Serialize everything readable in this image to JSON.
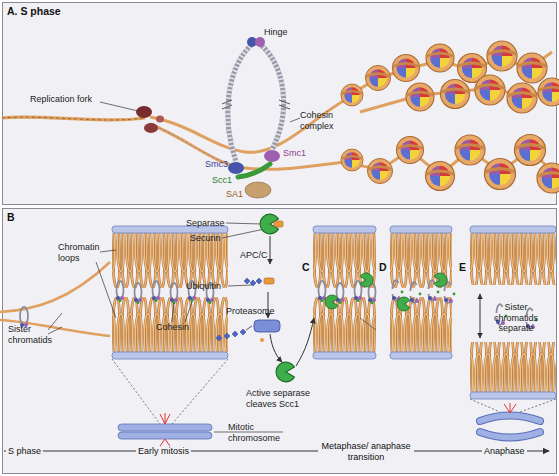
{
  "diagram": {
    "nodes": [
      {
        "text": [
          "A. S phase"
        ]
      },
      {
        "text": [
          "B"
        ]
      }
    ],
    "labels": [
      "Hinge",
      "Replication fork",
      "Cohesin complex",
      "Smc1",
      "Smc3",
      "Scc1",
      "SA1",
      "Chromatin loops",
      "Sister chromatids",
      "Cohesin",
      "Separase",
      "Securin",
      "APC/C",
      "Ubiquitin",
      "Proteasome",
      "Active separase cleaves Scc1",
      "C",
      "D",
      "E",
      "Sister chromatids separate",
      "Mitotic chromosome",
      "S phase",
      "Early mitosis",
      "Metaphase/ anaphase transition",
      "Anaphase"
    ]
  }
}
